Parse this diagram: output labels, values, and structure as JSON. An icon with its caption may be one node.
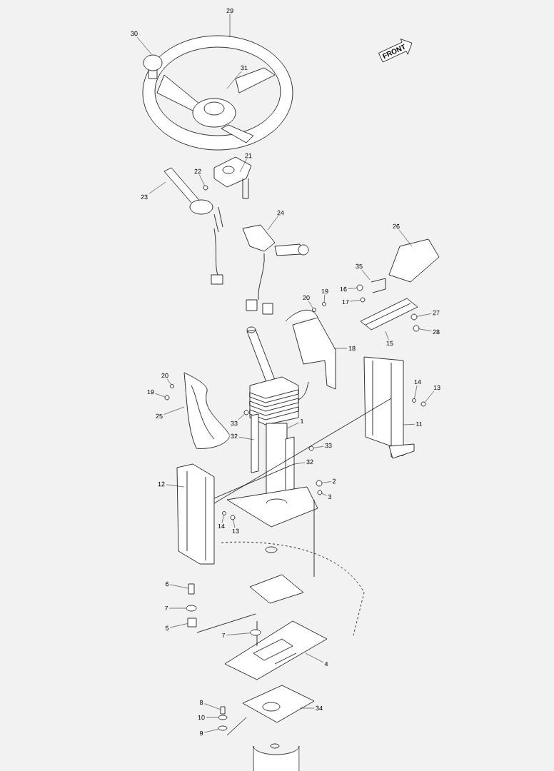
{
  "diagram": {
    "nodes": [
      {
        "text": [
          "FRONT"
        ]
      },
      {
        "text": [
          "29"
        ]
      },
      {
        "text": [
          "30"
        ]
      },
      {
        "text": [
          "31"
        ]
      },
      {
        "text": [
          "21"
        ]
      },
      {
        "text": [
          "22"
        ]
      },
      {
        "text": [
          "23"
        ]
      },
      {
        "text": [
          "24"
        ]
      },
      {
        "text": [
          "26"
        ]
      },
      {
        "text": [
          "35"
        ]
      },
      {
        "text": [
          "16"
        ]
      },
      {
        "text": [
          "17"
        ]
      },
      {
        "text": [
          "20"
        ]
      },
      {
        "text": [
          "19"
        ]
      },
      {
        "text": [
          "27"
        ]
      },
      {
        "text": [
          "28"
        ]
      },
      {
        "text": [
          "18"
        ]
      },
      {
        "text": [
          "15"
        ]
      },
      {
        "text": [
          "20"
        ]
      },
      {
        "text": [
          "19"
        ]
      },
      {
        "text": [
          "25"
        ]
      },
      {
        "text": [
          "14"
        ]
      },
      {
        "text": [
          "13"
        ]
      },
      {
        "text": [
          "33"
        ]
      },
      {
        "text": [
          "1"
        ]
      },
      {
        "text": [
          "32"
        ]
      },
      {
        "text": [
          "11"
        ]
      },
      {
        "text": [
          "33"
        ]
      },
      {
        "text": [
          "32"
        ]
      },
      {
        "text": [
          "2"
        ]
      },
      {
        "text": [
          "3"
        ]
      },
      {
        "text": [
          "12"
        ]
      },
      {
        "text": [
          "14"
        ]
      },
      {
        "text": [
          "13"
        ]
      },
      {
        "text": [
          "6"
        ]
      },
      {
        "text": [
          "7"
        ]
      },
      {
        "text": [
          "5"
        ]
      },
      {
        "text": [
          "7"
        ]
      },
      {
        "text": [
          "4"
        ]
      },
      {
        "text": [
          "8"
        ]
      },
      {
        "text": [
          "10"
        ]
      },
      {
        "text": [
          "9"
        ]
      },
      {
        "text": [
          "34"
        ]
      },
      {
        "text": [],
        "shape": "circle"
      },
      {
        "text": [],
        "shape": "circle"
      },
      {
        "text": [],
        "shape": "circle"
      },
      {
        "text": [],
        "shape": "circle"
      },
      {
        "text": [],
        "shape": "circle"
      },
      {
        "text": [],
        "shape": "circle"
      },
      {
        "text": [],
        "shape": "circle"
      },
      {
        "text": [],
        "shape": "circle"
      },
      {
        "text": [],
        "shape": "circle"
      },
      {
        "text": [],
        "shape": "circle"
      },
      {
        "text": [],
        "shape": "circle"
      },
      {
        "text": [],
        "shape": "circle"
      },
      {
        "text": [],
        "shape": "circle"
      },
      {
        "text": [],
        "shape": "circle"
      },
      {
        "text": [],
        "shape": "circle"
      },
      {
        "text": [],
        "shape": "circle"
      },
      {
        "text": [],
        "shape": "circle"
      },
      {
        "text": [],
        "shape": "box"
      },
      {
        "text": [],
        "shape": "circle"
      },
      {
        "text": [],
        "shape": "box"
      },
      {
        "text": [],
        "shape": "circle"
      },
      {
        "text": [],
        "shape": "box"
      },
      {
        "text": [],
        "shape": "circle"
      },
      {
        "text": [],
        "shape": "circle"
      }
    ],
    "edges": [
      {
        "from": 1,
        "to": null,
        "arrow": "none"
      },
      {
        "from": 2,
        "to": null,
        "arrow": "none"
      },
      {
        "from": 3,
        "to": null,
        "arrow": "none"
      },
      {
        "from": 4,
        "to": null,
        "arrow": "none"
      },
      {
        "from": 5,
        "to": 43,
        "arrow": "none"
      },
      {
        "from": 6,
        "to": null,
        "arrow": "none"
      },
      {
        "from": 7,
        "to": null,
        "arrow": "none"
      },
      {
        "from": 8,
        "to": null,
        "arrow": "none"
      },
      {
        "from": 9,
        "to": null,
        "arrow": "none"
      },
      {
        "from": 10,
        "to": 44,
        "arrow": "none"
      },
      {
        "from": 11,
        "to": 45,
        "arrow": "none"
      },
      {
        "from": 12,
        "to": 46,
        "arrow": "none"
      },
      {
        "from": 13,
        "to": 47,
        "arrow": "none"
      },
      {
        "from": 14,
        "to": 48,
        "arrow": "none"
      },
      {
        "from": 15,
        "to": 49,
        "arrow": "none"
      },
      {
        "from": 16,
        "to": null,
        "arrow": "none"
      },
      {
        "from": 17,
        "to": null,
        "arrow": "none"
      },
      {
        "from": 18,
        "to": 50,
        "arrow": "none"
      },
      {
        "from": 19,
        "to": 51,
        "arrow": "none"
      },
      {
        "from": 20,
        "to": null,
        "arrow": "none"
      },
      {
        "from": 21,
        "to": 52,
        "arrow": "none"
      },
      {
        "from": 22,
        "to": 53,
        "arrow": "none"
      },
      {
        "from": 23,
        "to": 54,
        "arrow": "none"
      },
      {
        "from": 24,
        "to": null,
        "arrow": "none"
      },
      {
        "from": 25,
        "to": null,
        "arrow": "none"
      },
      {
        "from": 26,
        "to": null,
        "arrow": "none"
      },
      {
        "from": 27,
        "to": 55,
        "arrow": "none"
      },
      {
        "from": 28,
        "to": null,
        "arrow": "none"
      },
      {
        "from": 29,
        "to": 56,
        "arrow": "none"
      },
      {
        "from": 30,
        "to": 57,
        "arrow": "none"
      },
      {
        "from": 31,
        "to": null,
        "arrow": "none"
      },
      {
        "from": 32,
        "to": 58,
        "arrow": "none"
      },
      {
        "from": 33,
        "to": 59,
        "arrow": "none"
      },
      {
        "from": 34,
        "to": 60,
        "arrow": "none"
      },
      {
        "from": 35,
        "to": 61,
        "arrow": "none"
      },
      {
        "from": 36,
        "to": 62,
        "arrow": "none"
      },
      {
        "from": 37,
        "to": 63,
        "arrow": "none"
      },
      {
        "from": 38,
        "to": null,
        "arrow": "none"
      },
      {
        "from": 39,
        "to": 64,
        "arrow": "none"
      },
      {
        "from": 40,
        "to": 65,
        "arrow": "none"
      },
      {
        "from": 41,
        "to": 66,
        "arrow": "none"
      },
      {
        "from": 42,
        "to": null,
        "arrow": "none"
      }
    ]
  }
}
